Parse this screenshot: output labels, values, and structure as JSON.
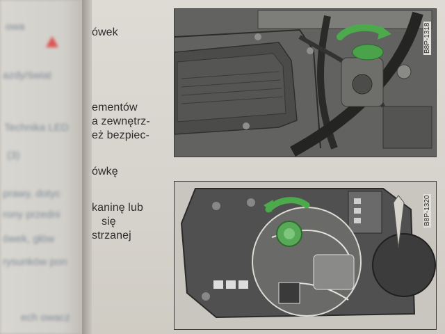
{
  "left_page": {
    "ghost_lines": [
      "owa",
      "azdy/świat",
      "Technika LED",
      "(3)",
      "prawy, dotyc",
      "rony przedni",
      "ówek, głów",
      "rysunków pon",
      "ech owacz"
    ]
  },
  "right_page": {
    "text_lines": [
      "ówek",
      "ementów",
      "a zewnętrz-",
      "eż bezpiec-",
      "ówkę",
      "kaninę lub",
      "się",
      "strzanej"
    ]
  },
  "figures": [
    {
      "code": "B8P-1318"
    },
    {
      "code": "B8P-1320"
    }
  ],
  "colors": {
    "page": "#d9d6cf",
    "text": "#2e2d2b",
    "figure_bg": "#5d5d5b",
    "highlight_green": "#4caa4c"
  }
}
